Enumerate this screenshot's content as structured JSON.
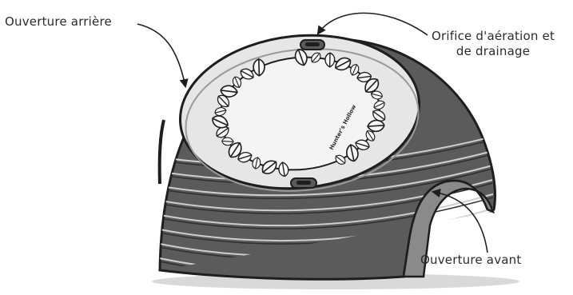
{
  "labels": {
    "rear_opening": "Ouverture arrière",
    "vent_line1": "Orifice d'aération et",
    "vent_line2": "de drainage",
    "front_opening": "Ouverture avant"
  },
  "lid": {
    "brand_mark": "Hunter's Hollow"
  },
  "colors": {
    "shell": "#5b5b5b",
    "shell_dark": "#3e3e3e",
    "lid": "#e6e6e6",
    "panel": "#f4f4f4",
    "outline": "#1e1e1e"
  }
}
